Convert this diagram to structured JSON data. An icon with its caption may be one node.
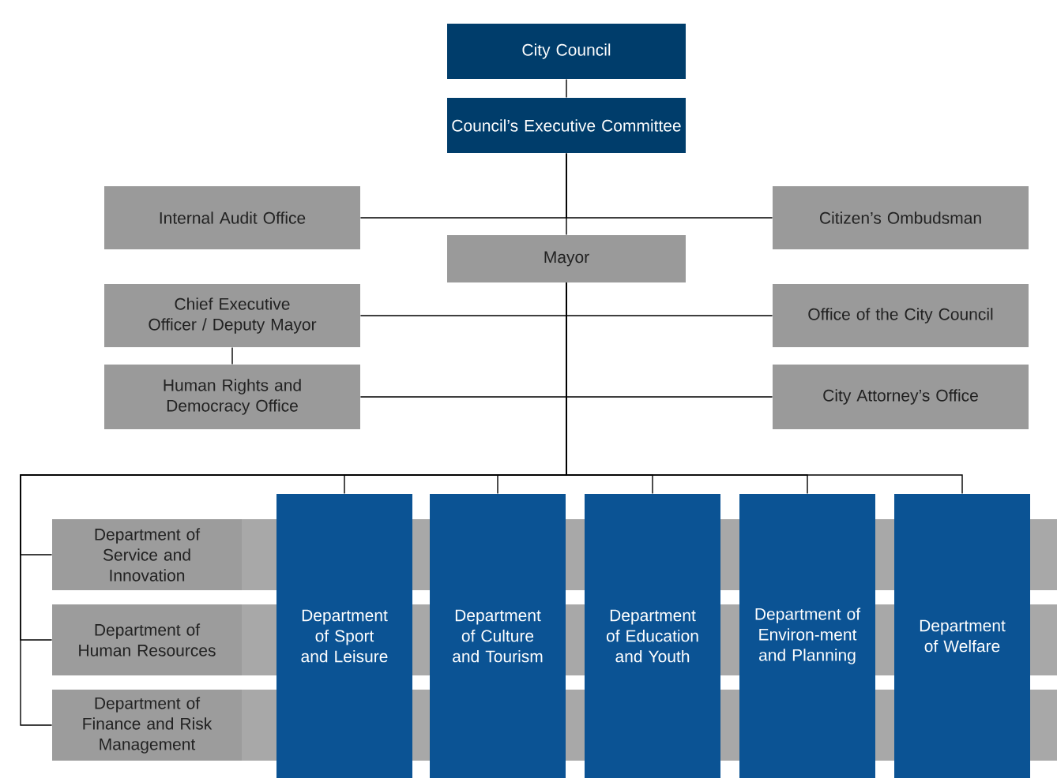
{
  "diagram": {
    "nodes": [
      {
        "text": [
          "City Council"
        ]
      },
      {
        "text": [
          "Council’s Executive Committee"
        ]
      },
      {
        "text": [
          "Internal Audit Office"
        ]
      },
      {
        "text": [
          "Citizen’s Ombudsman"
        ]
      },
      {
        "text": [
          "Mayor"
        ]
      },
      {
        "text": [
          "Chief Executive Officer / Deputy Mayor"
        ]
      },
      {
        "text": [
          "Office of the City Council"
        ]
      },
      {
        "text": [
          "Human Rights and Democracy Office"
        ]
      },
      {
        "text": [
          "City Attorney’s Office"
        ]
      },
      {
        "text": [
          "Department of Service and Innovation"
        ]
      },
      {
        "text": [
          "Department of Human Resources"
        ]
      },
      {
        "text": [
          "Department of Finance and Risk Management"
        ]
      },
      {
        "text": [
          "Department of Sport and Leisure"
        ]
      },
      {
        "text": [
          "Department of Culture and Tourism"
        ]
      },
      {
        "text": [
          "Department of Education and Youth"
        ]
      },
      {
        "text": [
          "Department of Environ-ment and Planning"
        ]
      },
      {
        "text": [
          "Department of Welfare"
        ]
      }
    ],
    "edges": [
      {
        "from": 0,
        "to": 1,
        "arrow": "none"
      },
      {
        "from": 1,
        "to": 4,
        "arrow": "none"
      },
      {
        "from": 1,
        "to": 2,
        "arrow": "none"
      },
      {
        "from": 1,
        "to": 3,
        "arrow": "none"
      },
      {
        "from": 4,
        "to": 5,
        "arrow": "none"
      },
      {
        "from": 4,
        "to": 6,
        "arrow": "none"
      },
      {
        "from": 5,
        "to": 7,
        "arrow": "none"
      },
      {
        "from": 4,
        "to": 7,
        "arrow": "none"
      },
      {
        "from": 4,
        "to": 8,
        "arrow": "none"
      },
      {
        "from": 4,
        "to": 9,
        "arrow": "none"
      },
      {
        "from": 4,
        "to": 10,
        "arrow": "none"
      },
      {
        "from": 4,
        "to": 11,
        "arrow": "none"
      },
      {
        "from": 4,
        "to": 12,
        "arrow": "none"
      },
      {
        "from": 4,
        "to": 13,
        "arrow": "none"
      },
      {
        "from": 4,
        "to": 14,
        "arrow": "none"
      },
      {
        "from": 4,
        "to": 15,
        "arrow": "none"
      },
      {
        "from": 4,
        "to": 16,
        "arrow": "none"
      }
    ]
  }
}
